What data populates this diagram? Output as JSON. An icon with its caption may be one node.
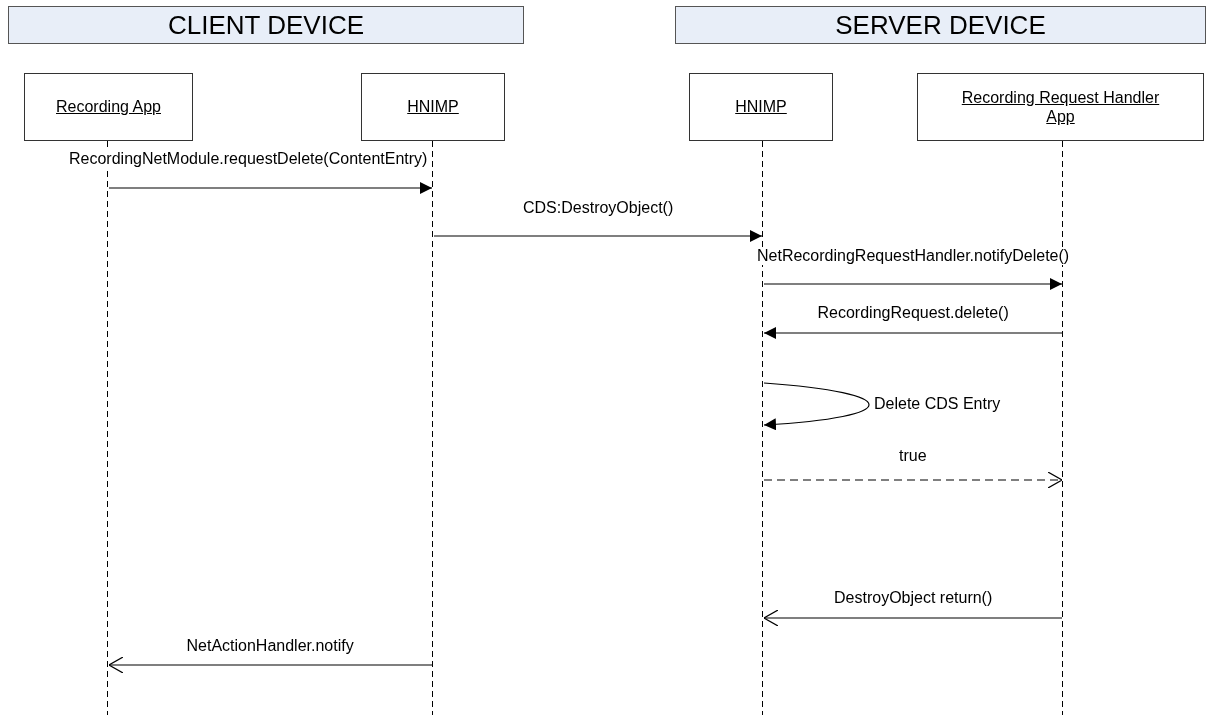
{
  "diagram": {
    "nodes": [
      {
        "text": [
          "CLIENT DEVICE"
        ]
      },
      {
        "text": [
          "SERVER DEVICE"
        ]
      },
      {
        "text": [
          "Recording App"
        ]
      },
      {
        "text": [
          "HNIMP"
        ]
      },
      {
        "text": [
          "HNIMP"
        ]
      },
      {
        "text": [
          "Recording Request Handler App"
        ]
      },
      {
        "text": [],
        "shape": "line"
      },
      {
        "text": [],
        "shape": "line"
      },
      {
        "text": [],
        "shape": "line"
      },
      {
        "text": [],
        "shape": "line"
      }
    ],
    "edges": [
      {
        "from": 6,
        "to": 7,
        "arrow": "to",
        "label": "RecordingNetModule.requestDelete(ContentEntry)"
      },
      {
        "from": 7,
        "to": 8,
        "arrow": "to",
        "label": "CDS:DestroyObject()"
      },
      {
        "from": 8,
        "to": 9,
        "arrow": "to",
        "label": "NetRecordingRequestHandler.notifyDelete()"
      },
      {
        "from": 9,
        "to": 8,
        "arrow": "to",
        "label": "RecordingRequest.delete()"
      },
      {
        "from": 8,
        "to": 8,
        "arrow": "to",
        "label": "Delete CDS Entry"
      },
      {
        "from": 8,
        "to": 9,
        "arrow": "to",
        "label": "true",
        "style": "dashed"
      },
      {
        "from": 9,
        "to": 8,
        "arrow": "to",
        "label": "DestroyObject return()"
      },
      {
        "from": 7,
        "to": 6,
        "arrow": "to",
        "label": "NetActionHandler.notify"
      }
    ]
  }
}
